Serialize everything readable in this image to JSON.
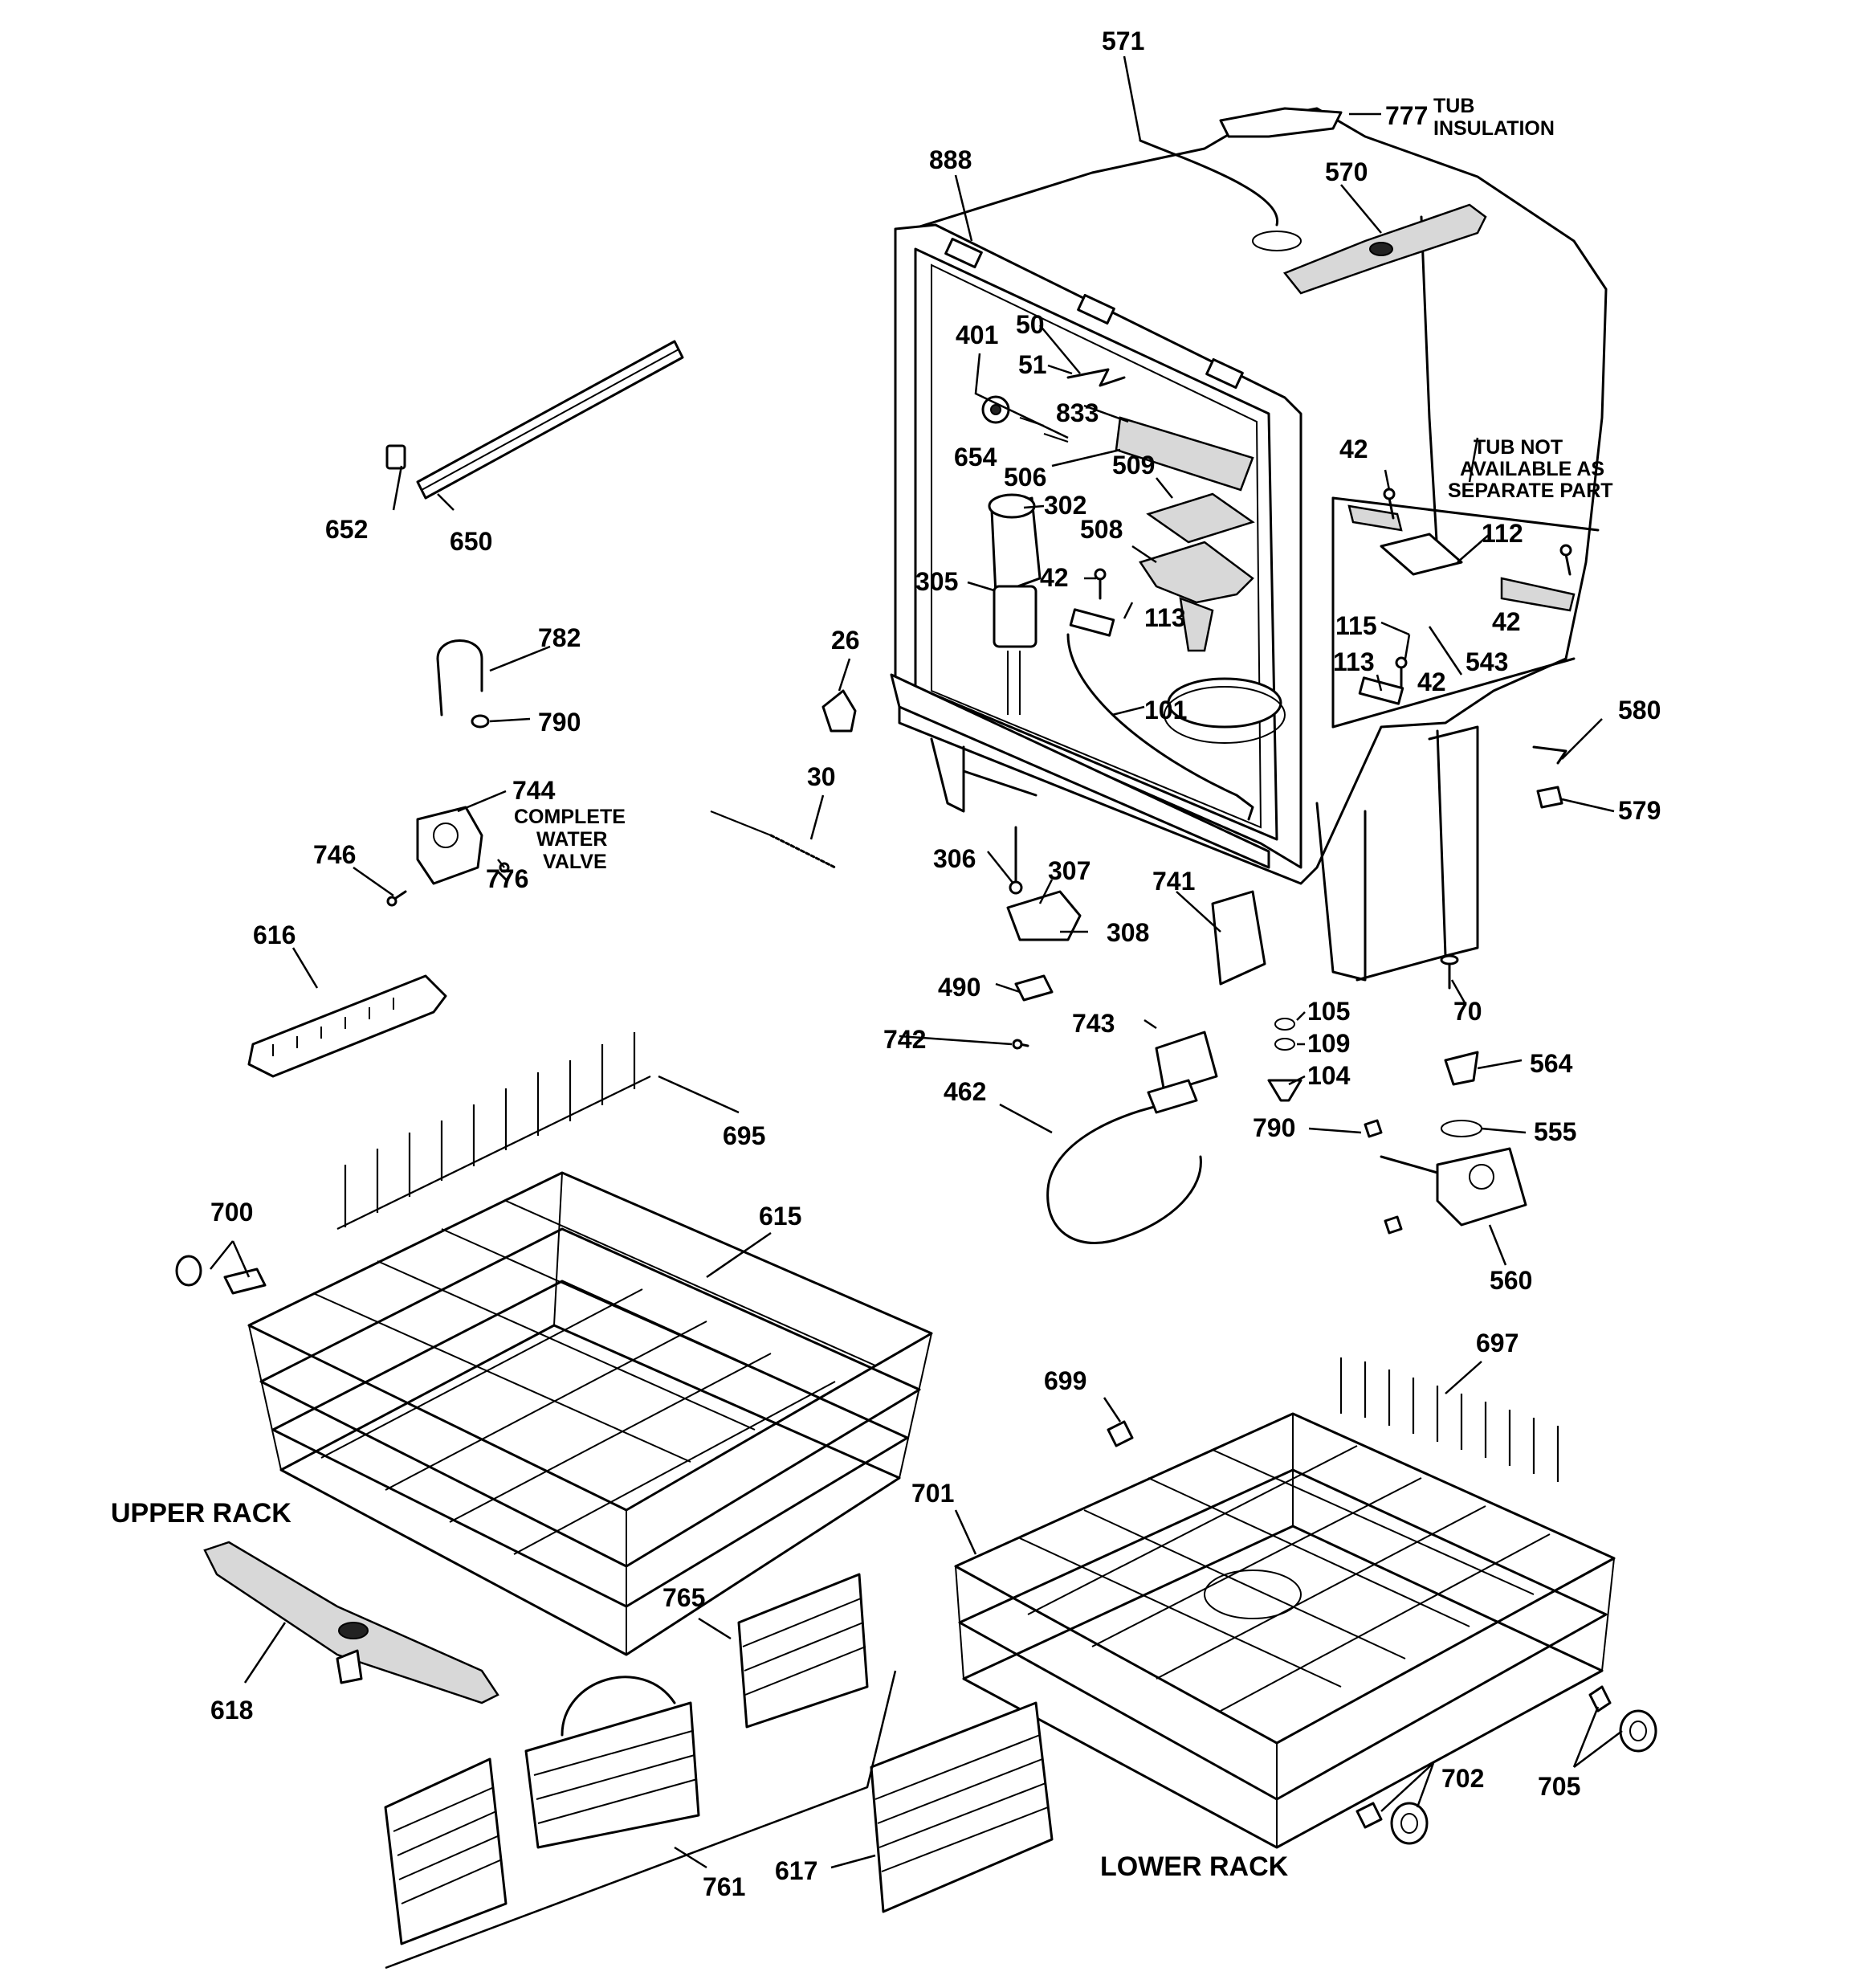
{
  "notes": {
    "tub_insulation": [
      "TUB",
      "INSULATION"
    ],
    "tub_not_available": [
      "TUB NOT",
      "AVAILABLE AS",
      "SEPARATE PART"
    ],
    "complete_water_valve": [
      "COMPLETE",
      "WATER",
      "VALVE"
    ],
    "upper_rack": "UPPER RACK",
    "lower_rack": "LOWER RACK"
  },
  "part_numbers": {
    "p571": "571",
    "p777": "777",
    "p888": "888",
    "p570": "570",
    "p50": "50",
    "p401": "401",
    "p51": "51",
    "p833": "833",
    "p654": "654",
    "p506": "506",
    "p509": "509",
    "p302": "302",
    "p508": "508",
    "p305": "305",
    "p42a": "42",
    "p42b": "42",
    "p42c": "42",
    "p42d": "42",
    "p112": "112",
    "p113a": "113",
    "p113b": "113",
    "p115": "115",
    "p543": "543",
    "p101": "101",
    "p652": "652",
    "p650": "650",
    "p782": "782",
    "p790a": "790",
    "p744": "744",
    "p746": "746",
    "p776": "776",
    "p26": "26",
    "p30": "30",
    "p306": "306",
    "p307": "307",
    "p308": "308",
    "p741": "741",
    "p490": "490",
    "p743": "743",
    "p742": "742",
    "p580": "580",
    "p579": "579",
    "p70": "70",
    "p105": "105",
    "p109": "109",
    "p104": "104",
    "p564": "564",
    "p555": "555",
    "p790b": "790",
    "p560": "560",
    "p462": "462",
    "p616": "616",
    "p695": "695",
    "p700": "700",
    "p615": "615",
    "p697": "697",
    "p699": "699",
    "p701": "701",
    "p618": "618",
    "p765": "765",
    "p761": "761",
    "p617": "617",
    "p702": "702",
    "p705": "705"
  }
}
